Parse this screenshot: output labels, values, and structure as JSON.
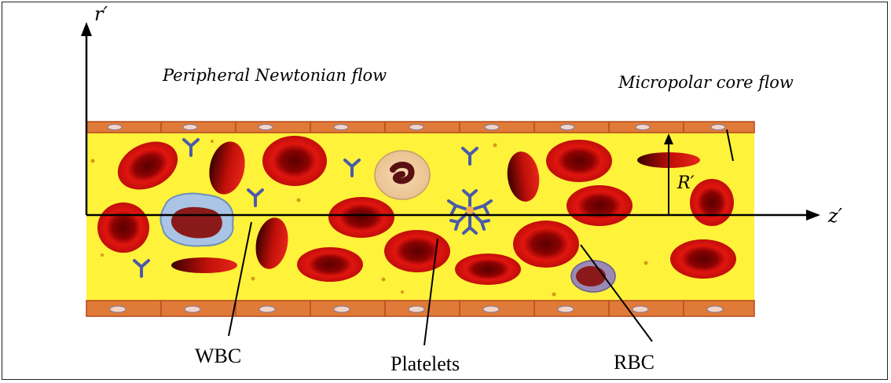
{
  "figure": {
    "axis_r_label": "r′",
    "axis_z_label": "z′",
    "radius_label": "R′",
    "peripheral_label": "Peripheral Newtonian flow",
    "core_label": "Micropolar core flow",
    "wbc_label": "WBC",
    "platelets_label": "Platelets",
    "rbc_label": "RBC"
  },
  "colors": {
    "plasma": "#fff23a",
    "vessel_wall": "#e07a38",
    "wall_edge": "#b54a1c",
    "rbc": "#d4100c",
    "rbc_dark": "#5a0000",
    "wbc_membrane": "#a9c4e4",
    "wbc_nucleus": "#8a1a1a",
    "antibody": "#4a5aa8",
    "axis": "#000000"
  }
}
